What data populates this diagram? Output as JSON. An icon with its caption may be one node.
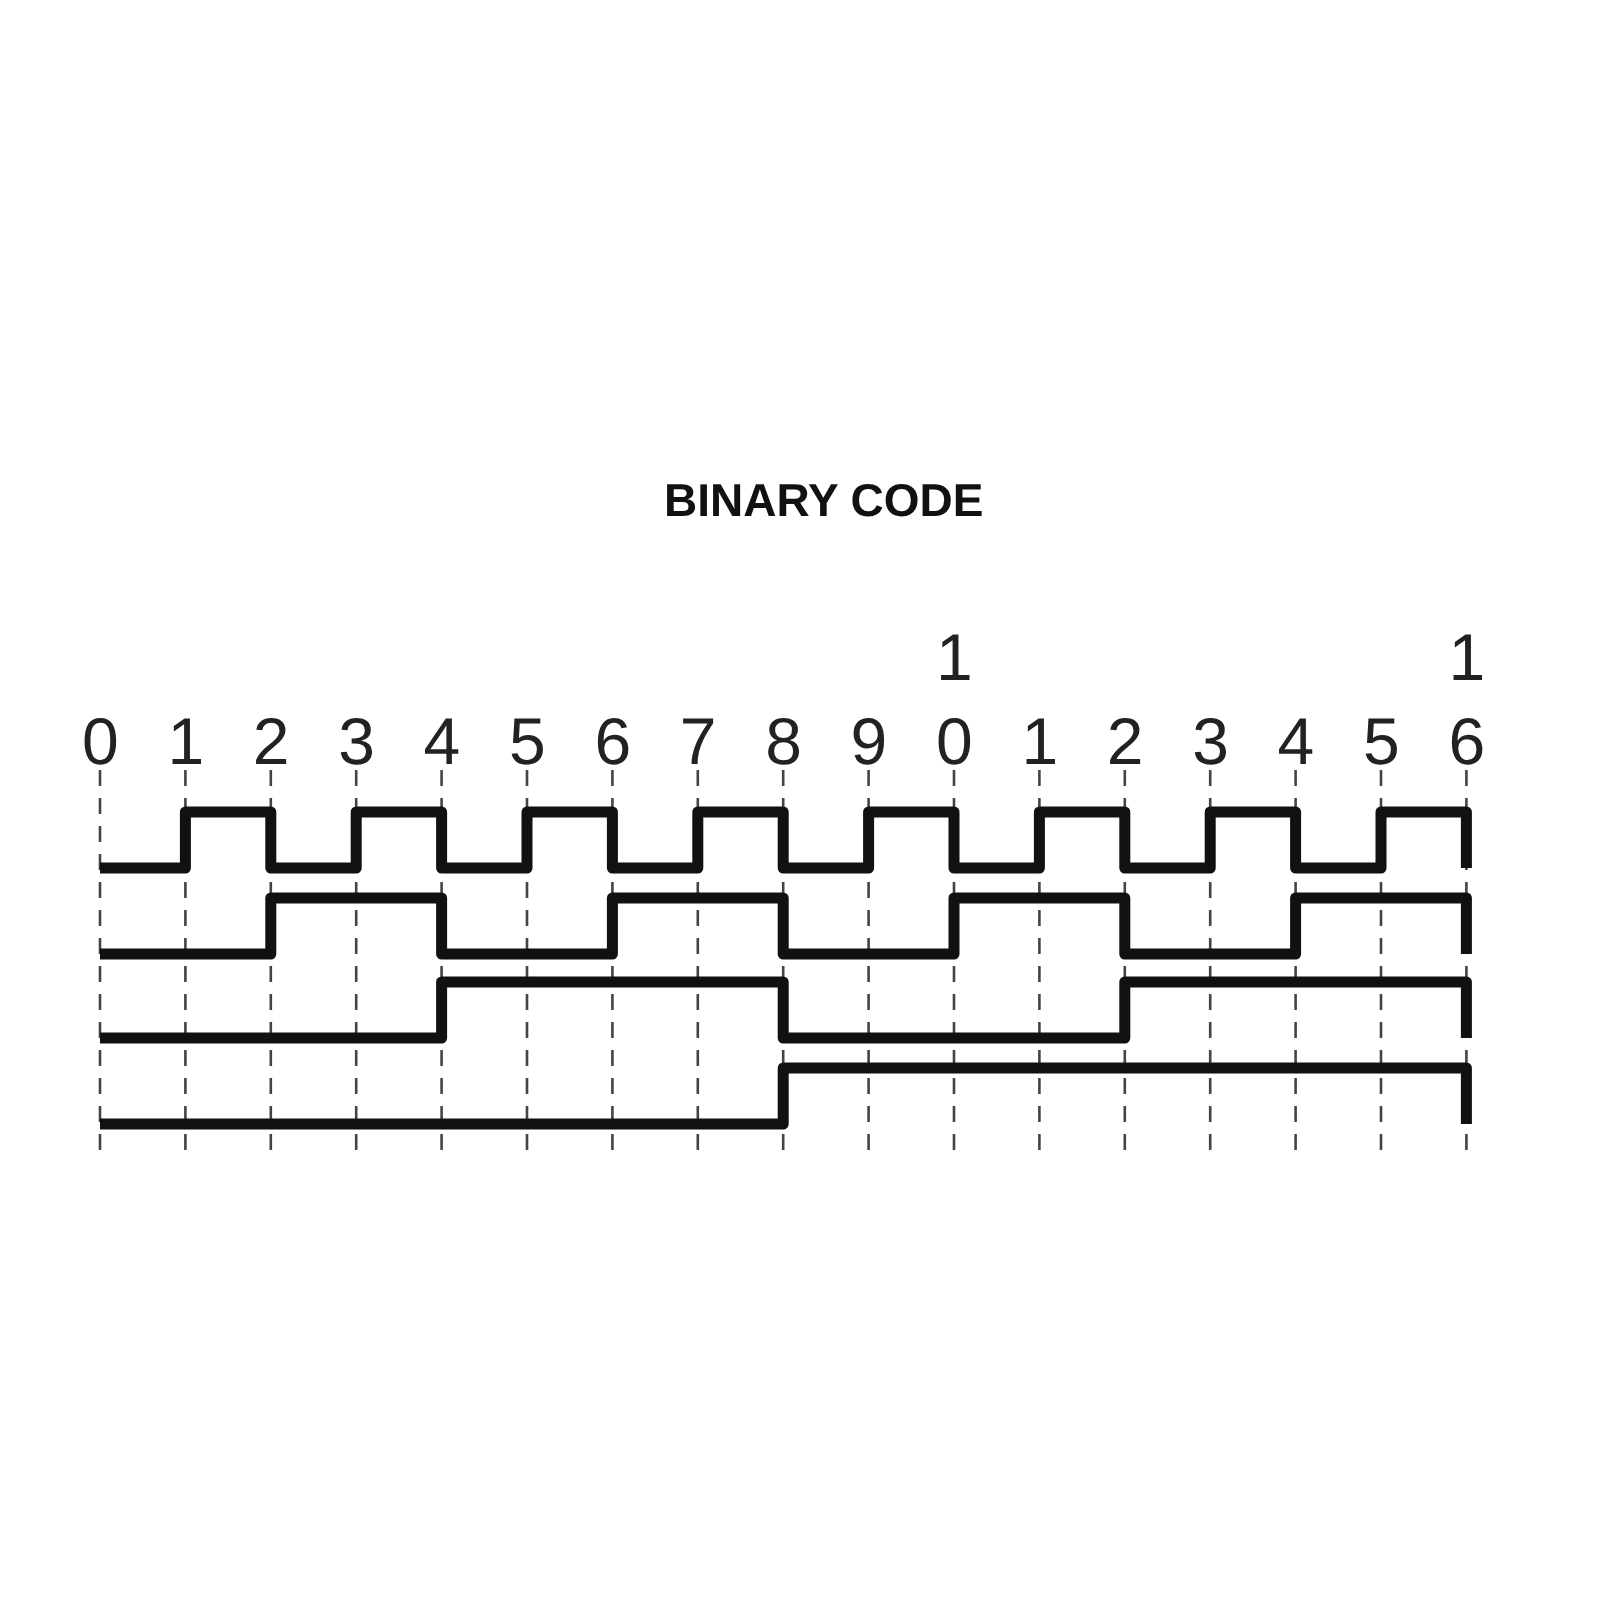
{
  "diagram": {
    "title": "BINARY CODE",
    "labels": [
      "1",
      "1",
      "0",
      "1",
      "2",
      "3",
      "4",
      "5",
      "6",
      "7",
      "8",
      "9",
      "0",
      "1",
      "2",
      "3",
      "4",
      "5",
      "6"
    ]
  }
}
